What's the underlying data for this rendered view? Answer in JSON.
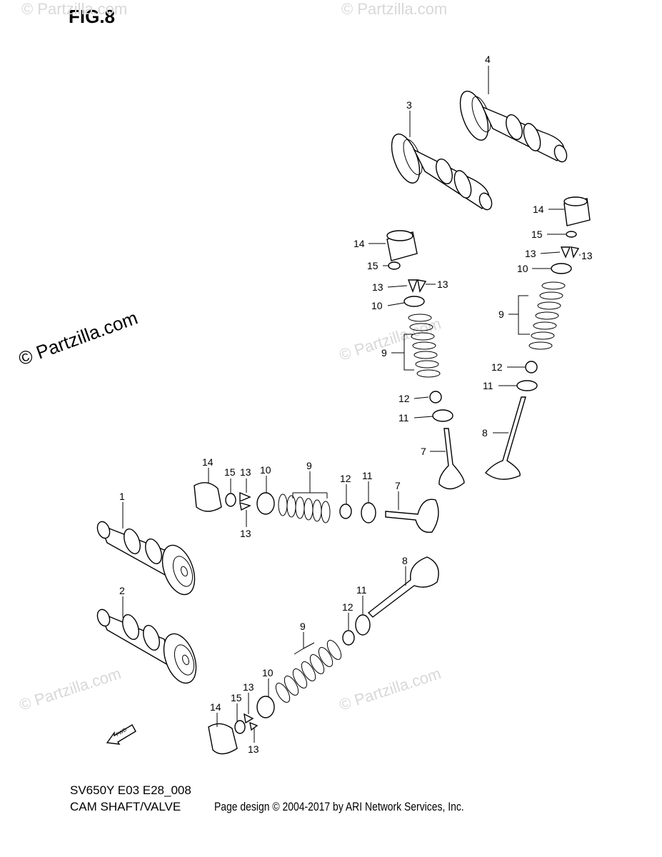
{
  "figure": {
    "title": "FIG.8"
  },
  "watermarks": {
    "main": "© Partzilla.com",
    "faint": "© Partzilla.com"
  },
  "fwd_label": "FWD",
  "callouts": {
    "c1": "1",
    "c2": "2",
    "c3": "3",
    "c4": "4",
    "c7a": "7",
    "c7b": "7",
    "c8a": "8",
    "c8b": "8",
    "c9a": "9",
    "c9b": "9",
    "c9c": "9",
    "c9d": "9",
    "c10a": "10",
    "c10b": "10",
    "c10c": "10",
    "c10d": "10",
    "c11a": "11",
    "c11b": "11",
    "c11c": "11",
    "c11d": "11",
    "c12a": "12",
    "c12b": "12",
    "c12c": "12",
    "c12d": "12",
    "c13a": "13",
    "c13b": "13",
    "c13c": "13",
    "c13d": "13",
    "c13e": "13",
    "c13f": "13",
    "c13g": "13",
    "c13h": "13",
    "c14a": "14",
    "c14b": "14",
    "c14c": "14",
    "c14d": "14",
    "c15a": "15",
    "c15b": "15",
    "c15c": "15",
    "c15d": "15"
  },
  "footer": {
    "model_code": "SV650Y E03 E28_008",
    "section_name": "CAM SHAFT/VALVE",
    "credit": "Page design © 2004-2017 by ARI Network Services, Inc."
  }
}
